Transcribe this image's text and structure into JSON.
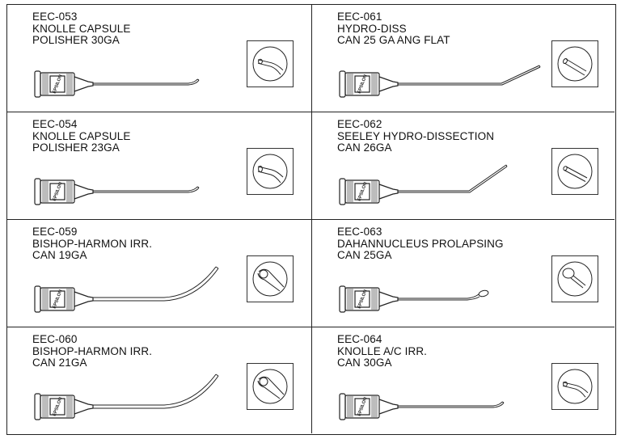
{
  "products": [
    {
      "code": "EEC-053",
      "lines": [
        "KNOLLE CAPSULE",
        "POLISHER 30GA"
      ],
      "brand": "EPSILON",
      "tip": "hook-small",
      "detail": "bent-tip-30ga"
    },
    {
      "code": "EEC-061",
      "lines": [
        "HYDRO-DISS",
        "CAN 25 GA ANG FLAT"
      ],
      "brand": "EPSILON",
      "tip": "angled-up",
      "detail": "flat-tip"
    },
    {
      "code": "EEC-054",
      "lines": [
        "KNOLLE CAPSULE",
        "POLISHER 23GA"
      ],
      "brand": "EPSILON",
      "tip": "hook-small",
      "detail": "bent-tip-23ga"
    },
    {
      "code": "EEC-062",
      "lines": [
        "SEELEY HYDRO-DISSECTION",
        "CAN 26GA"
      ],
      "brand": "EPSILON",
      "tip": "angled-steep",
      "detail": "straight-tip"
    },
    {
      "code": "EEC-059",
      "lines": [
        "BISHOP-HARMON IRR.",
        "CAN 19GA"
      ],
      "brand": "EPSILON",
      "tip": "curved-up",
      "detail": "round-port"
    },
    {
      "code": "EEC-063",
      "lines": [
        "DAHANNUCLEUS PROLAPSING",
        "CAN 25GA"
      ],
      "brand": "EPSILON",
      "tip": "spoon",
      "detail": "spoon-tip"
    },
    {
      "code": "EEC-060",
      "lines": [
        "BISHOP-HARMON IRR.",
        "CAN 21GA"
      ],
      "brand": "EPSILON",
      "tip": "curved-up",
      "detail": "round-port"
    },
    {
      "code": "EEC-064",
      "lines": [
        "KNOLLE A/C IRR.",
        "CAN 30GA"
      ],
      "brand": "EPSILON",
      "tip": "hook-small",
      "detail": "bent-tip-30ga"
    }
  ]
}
